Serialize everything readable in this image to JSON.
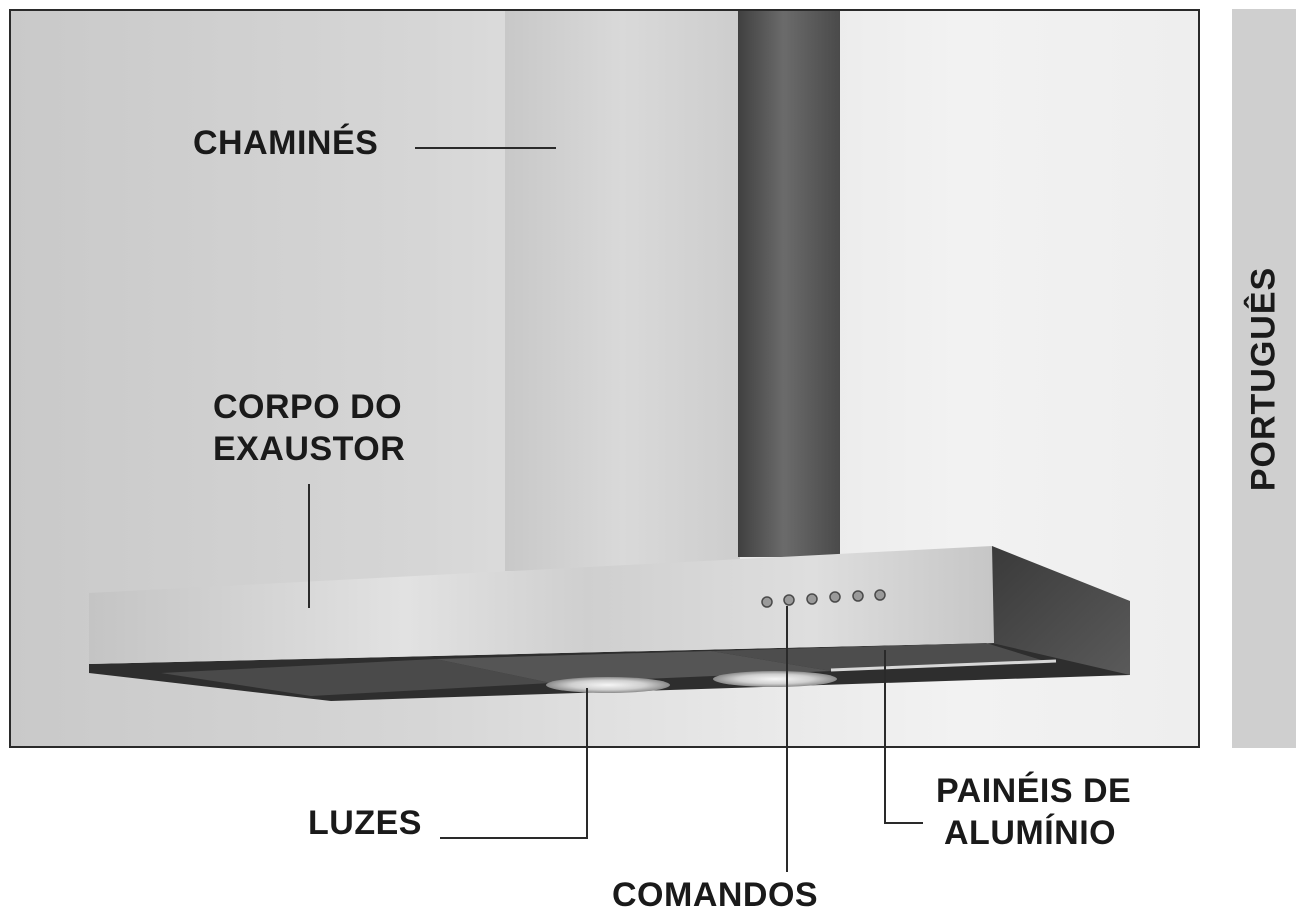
{
  "labels": {
    "chimneys": "CHAMINÉS",
    "body_line1": "CORPO DO",
    "body_line2": "EXAUSTOR",
    "lights": "LUZES",
    "controls": "COMANDOS",
    "panels_line1": "PAINÉIS DE",
    "panels_line2": "ALUMÍNIO"
  },
  "side_tab": {
    "language": "PORTUGUÊS"
  },
  "colors": {
    "text": "#1a1a1a",
    "side_tab_bg": "#cfcfcf",
    "leader_line": "#2a2a2a"
  }
}
